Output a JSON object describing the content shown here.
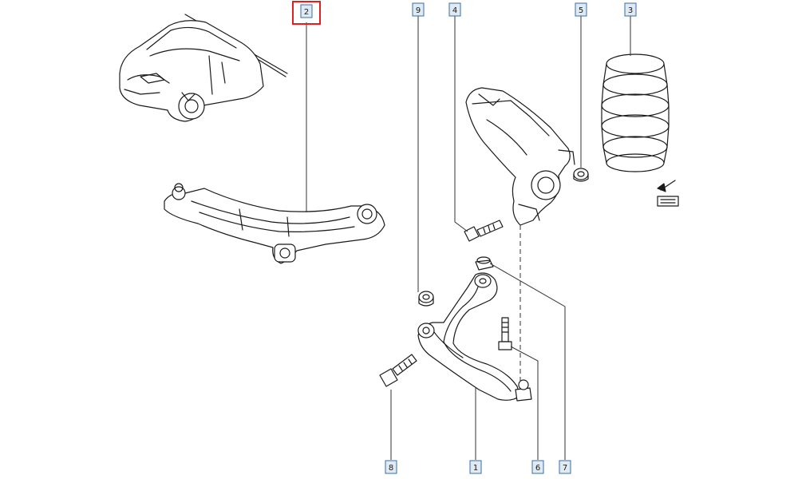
{
  "callouts": [
    {
      "id": "callout-1",
      "label": "1"
    },
    {
      "id": "callout-2",
      "label": "2"
    },
    {
      "id": "callout-3",
      "label": "3"
    },
    {
      "id": "callout-4",
      "label": "4"
    },
    {
      "id": "callout-5",
      "label": "5"
    },
    {
      "id": "callout-6",
      "label": "6"
    },
    {
      "id": "callout-7",
      "label": "7"
    },
    {
      "id": "callout-8",
      "label": "8"
    },
    {
      "id": "callout-9",
      "label": "9"
    }
  ],
  "highlighted_callout": "2",
  "colors": {
    "callout_fill": "#dfeaf2",
    "callout_border": "#3a6ea5",
    "highlight": "#e02020",
    "line": "#1a1a1a"
  }
}
